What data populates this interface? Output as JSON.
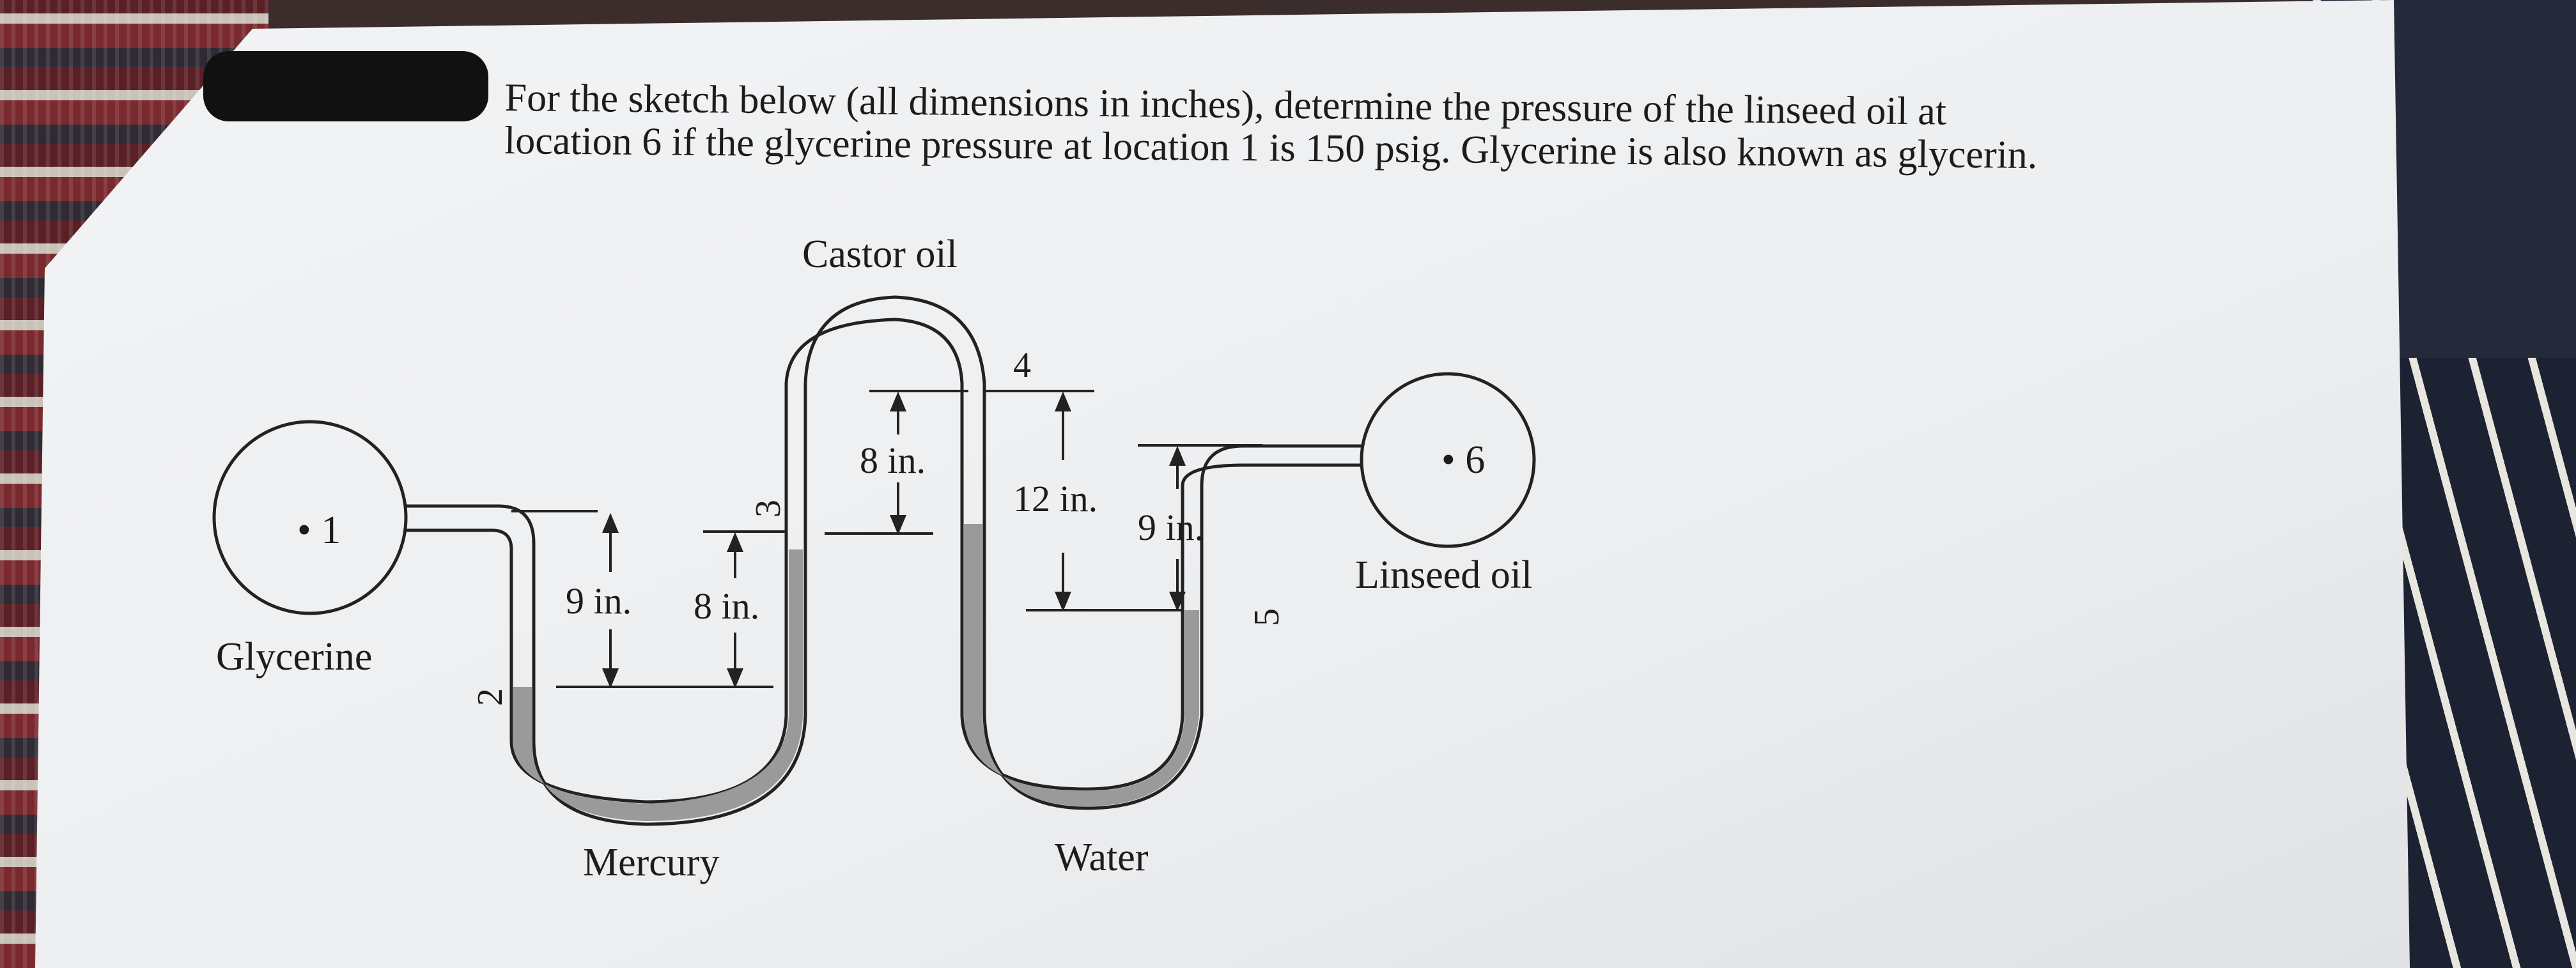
{
  "problem": {
    "line1": "For the sketch below (all dimensions in inches), determine the pressure of the linseed oil at",
    "line2": "location 6 if the glycerine pressure at location 1 is 150 psig. Glycerine is also known as glycerin."
  },
  "diagram": {
    "point_labels": {
      "p1": "• 1",
      "p2": "2",
      "p3": "3",
      "p4": "4",
      "p5": "5",
      "p6": "• 6"
    },
    "fluid_labels": {
      "glycerine": "Glycerine",
      "mercury": "Mercury",
      "castor_oil": "Castor oil",
      "water": "Water",
      "linseed_oil": "Linseed oil"
    },
    "dimensions": {
      "d_9in_left": "9 in.",
      "d_8in_left": "8 in.",
      "d_8in_top": "8 in.",
      "d_12in": "12 in.",
      "d_9in_right": "9 in."
    }
  }
}
